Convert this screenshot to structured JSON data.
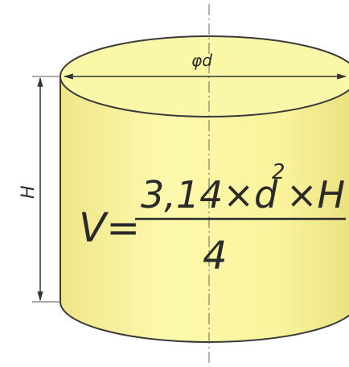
{
  "diagram": {
    "diameter_label": "φd",
    "height_label": "H",
    "formula": {
      "lhs": "V=",
      "numerator": "3,14×d",
      "exponent": "2",
      "numerator_tail": "×H",
      "denominator": "4"
    },
    "colors": {
      "fill": "#fbf7a0",
      "fill_shade": "#e8e07c",
      "stroke": "#3a3a3a",
      "dim": "#555555"
    }
  }
}
